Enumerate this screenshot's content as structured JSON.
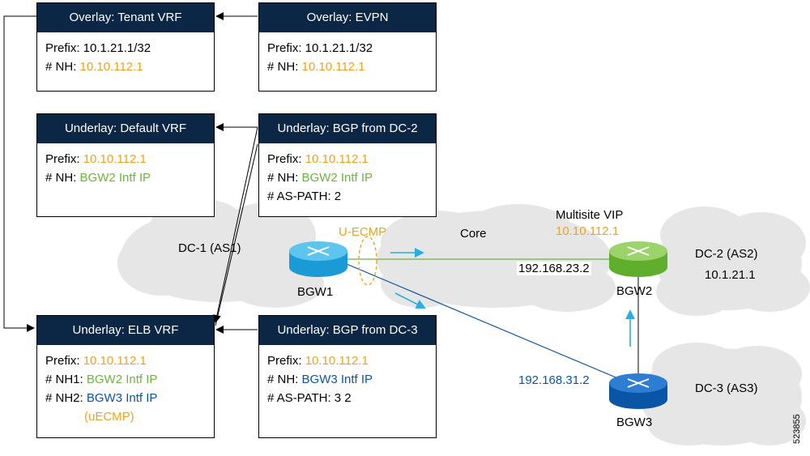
{
  "colors": {
    "header_bg": "#0b2745",
    "orange": "#f0a21c",
    "green": "#6cb33f",
    "blue": "#0a55a6",
    "cyan": "#29aee0",
    "cloud": "#e6e6e6"
  },
  "boxes": {
    "tenant_vrf": {
      "title": "Overlay: Tenant VRF",
      "prefix_label": "Prefix: 10.1.21.1/32",
      "nh_label": "# NH: ",
      "nh_value": "10.10.112.1"
    },
    "evpn": {
      "title": "Overlay: EVPN",
      "prefix_label": "Prefix: 10.1.21.1/32",
      "nh_label": "# NH: ",
      "nh_value": "10.10.112.1"
    },
    "default_vrf": {
      "title": "Underlay: Default VRF",
      "prefix_label": "Prefix: ",
      "prefix_value": "10.10.112.1",
      "nh_label": "# NH: ",
      "nh_value": "BGW2 Intf IP"
    },
    "bgp_dc2": {
      "title": "Underlay: BGP from DC-2",
      "prefix_label": "Prefix: ",
      "prefix_value": "10.10.112.1",
      "nh_label": "# NH: ",
      "nh_value": "BGW2 Intf IP",
      "as_path": "# AS-PATH: 2"
    },
    "elb_vrf": {
      "title": "Underlay: ELB VRF",
      "prefix_label": "Prefix: ",
      "prefix_value": "10.10.112.1",
      "nh1_label": "# NH1: ",
      "nh1_value": "BGW2 Intf IP",
      "nh2_label": "# NH2: ",
      "nh2_value": "BGW3 Intf IP",
      "uecmp": "(uECMP)"
    },
    "bgp_dc3": {
      "title": "Underlay: BGP from DC-3",
      "prefix_label": "Prefix: ",
      "prefix_value": "10.10.112.1",
      "nh_label": "# NH: ",
      "nh_value": "BGW3 Intf IP",
      "as_path": "# AS-PATH: 3 2"
    }
  },
  "labels": {
    "dc1": "DC-1 (AS1)",
    "core": "Core",
    "uecmp": "U-ECMP",
    "multisite_vip": "Multisite VIP",
    "multisite_vip_ip": "10.10.112.1",
    "dc2": "DC-2 (AS2)",
    "dc2_prefix": "10.1.21.1",
    "dc3": "DC-3 (AS3)",
    "bgw1": "BGW1",
    "bgw2": "BGW2",
    "bgw3": "BGW3",
    "bgw2_ip": "192.168.23.2",
    "bgw3_ip": "192.168.31.2",
    "figure_number": "523855"
  },
  "icons": [
    "router-icon-bgw1",
    "router-icon-bgw2",
    "router-icon-bgw3"
  ]
}
